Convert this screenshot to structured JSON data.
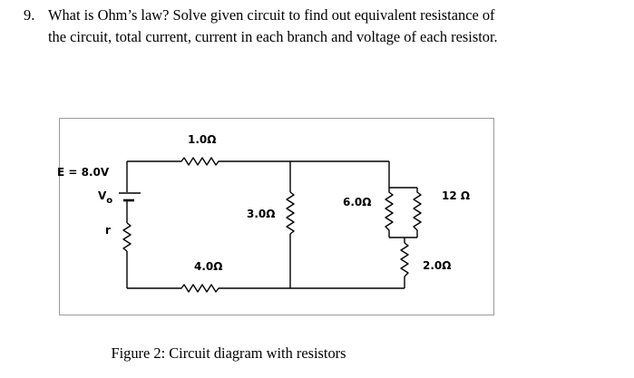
{
  "question": {
    "number": "9.",
    "line1": "What is Ohm’s law? Solve given circuit to find out equivalent resistance of",
    "line2": "the circuit, total current, current in each branch and voltage of each resistor."
  },
  "figure": {
    "labels": {
      "r_top": "1.0Ω",
      "emf": "E = 8.0V",
      "v0": "V",
      "v0_sub": "o",
      "r_internal": "r",
      "r_middle": "3.0Ω",
      "r_branch6": "6.0Ω",
      "r_branch12": "12 Ω",
      "r_bottom": "4.0Ω",
      "r_series2": "2.0Ω"
    },
    "caption": "Figure 2: Circuit diagram with resistors"
  }
}
